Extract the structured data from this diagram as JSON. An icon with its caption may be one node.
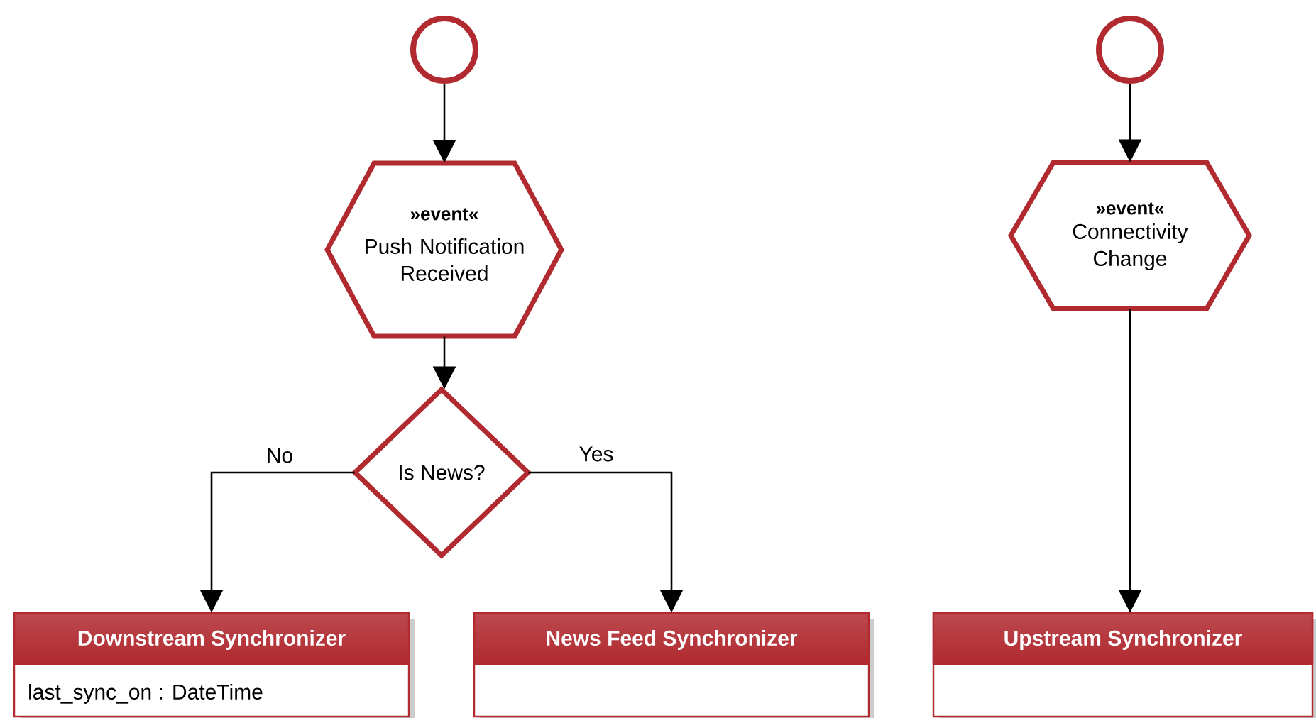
{
  "diagram": {
    "nodes": [
      {
        "text": [],
        "shape": "circle"
      },
      {
        "text": [
          "»event«",
          "Push Notification Received"
        ]
      },
      {
        "text": [
          "Is News?"
        ]
      },
      {
        "text": [
          "Downstream Synchronizer",
          "last_sync_on : DateTime"
        ]
      },
      {
        "text": [
          "News Feed Synchronizer"
        ]
      },
      {
        "text": [],
        "shape": "circle"
      },
      {
        "text": [
          "»event«",
          "Connectivity Change"
        ]
      },
      {
        "text": [
          "Upstream Synchronizer"
        ]
      }
    ],
    "edges": [
      {
        "from": 0,
        "to": 1,
        "arrow": "to"
      },
      {
        "from": 1,
        "to": 2,
        "arrow": "to"
      },
      {
        "from": 2,
        "to": 3,
        "arrow": "to",
        "label": "No"
      },
      {
        "from": 2,
        "to": 4,
        "arrow": "to",
        "label": "Yes"
      },
      {
        "from": 5,
        "to": 6,
        "arrow": "to"
      },
      {
        "from": 6,
        "to": 7,
        "arrow": "to"
      }
    ]
  }
}
